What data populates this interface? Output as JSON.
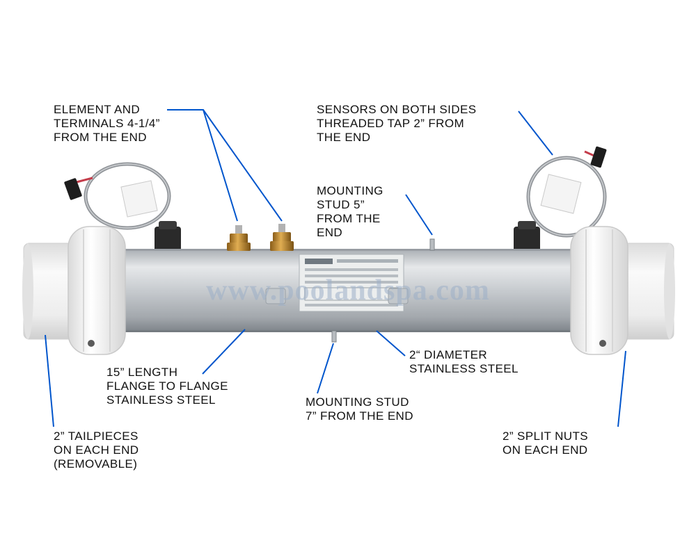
{
  "watermark": "www.poolandspa.com",
  "colors": {
    "leader_line": "#0055cc",
    "tube_light": "#e4e6e8",
    "tube_dark": "#8f959b",
    "pvc_white": "#f3f3f3",
    "brass": "#c8912f",
    "watermark": "#9db0c8"
  },
  "callouts": {
    "element_terminals": [
      "ELEMENT AND",
      "TERMINALS 4-1/4”",
      "FROM THE END"
    ],
    "sensors": [
      "SENSORS ON BOTH SIDES",
      "THREADED TAP 2” FROM",
      "THE END"
    ],
    "mounting_stud_top": [
      "MOUNTING",
      "STUD 5”",
      "FROM THE",
      "END"
    ],
    "length": [
      "15” LENGTH",
      "FLANGE TO FLANGE",
      "STAINLESS STEEL"
    ],
    "diameter": [
      "2“ DIAMETER",
      "STAINLESS STEEL"
    ],
    "mounting_stud_bottom": [
      "MOUNTING STUD",
      "7”  FROM THE END"
    ],
    "tailpieces": [
      "2” TAILPIECES",
      "ON EACH END",
      "(REMOVABLE)"
    ],
    "split_nuts": [
      "2” SPLIT NUTS",
      "ON EACH END"
    ]
  }
}
